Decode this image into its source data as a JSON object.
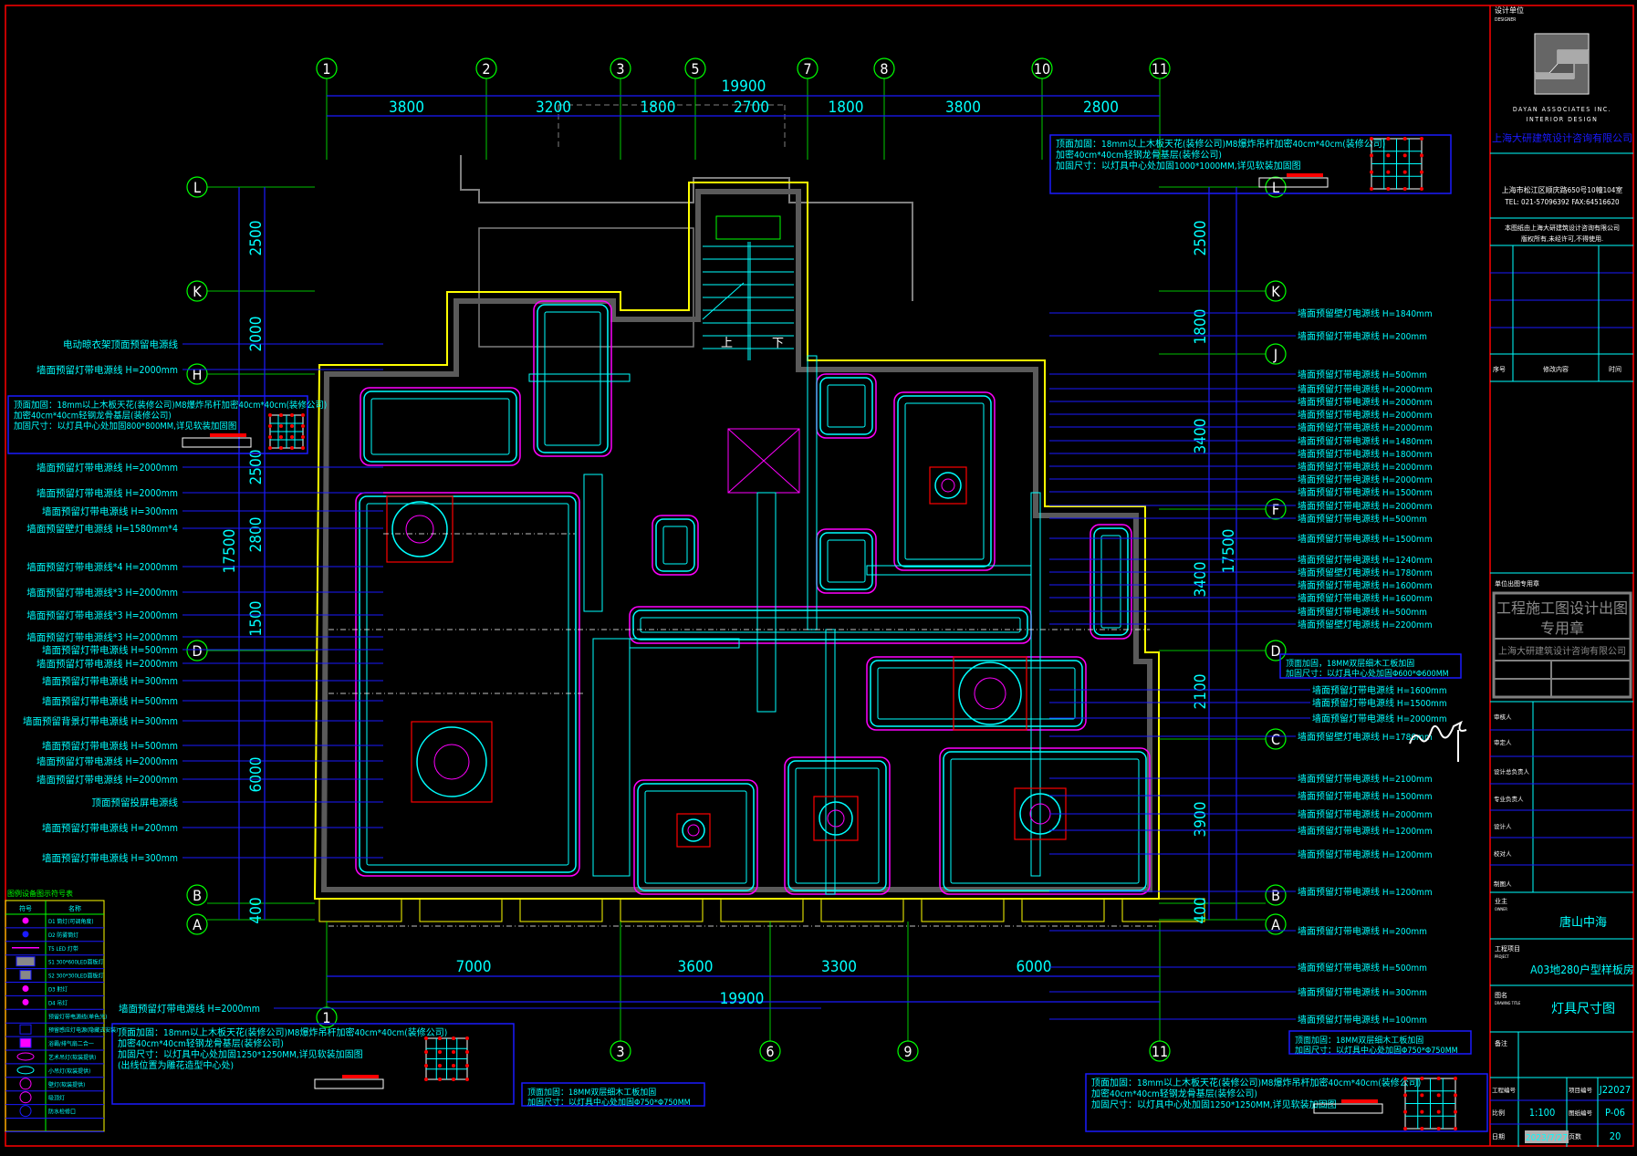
{
  "grid_top": [
    "1",
    "2",
    "3",
    "5",
    "7",
    "8",
    "10",
    "11"
  ],
  "grid_bottom": [
    "1",
    "3",
    "6",
    "9",
    "11"
  ],
  "grid_left": [
    "L",
    "K",
    "H",
    "D",
    "B",
    "A"
  ],
  "grid_right": [
    "L",
    "K",
    "J",
    "F",
    "D",
    "C",
    "B",
    "A"
  ],
  "dims_top": {
    "total": "19900",
    "parts": [
      "3800",
      "3200",
      "1800",
      "2700",
      "1800",
      "3800",
      "2800"
    ]
  },
  "dims_bottom": {
    "total": "19900",
    "parts": [
      "7000",
      "3600",
      "3300",
      "6000"
    ]
  },
  "dims_left": {
    "total": "17500",
    "parts": [
      "2500",
      "2000",
      "2500",
      "2800",
      "1500",
      "6000",
      "400"
    ]
  },
  "dims_right": {
    "total": "17500",
    "parts": [
      "2500",
      "1800",
      "3400",
      "3400",
      "2100",
      "3900",
      "400"
    ]
  },
  "stair_labels": {
    "up": "上",
    "down": "下"
  },
  "left_annotations": [
    "电动晾衣架顶面预留电源线",
    "墙面预留灯带电源线 H=2000mm",
    "墙面预留灯带电源线 H=2000mm",
    "墙面预留灯带电源线 H=2000mm",
    "墙面预留灯带电源线 H=300mm",
    "墙面预留壁灯电源线 H=1580mm*4",
    "墙面预留灯带电源线*4 H=2000mm",
    "墙面预留灯带电源线*3 H=2000mm",
    "墙面预留灯带电源线*3 H=2000mm",
    "墙面预留灯带电源线*3 H=2000mm",
    "墙面预留灯带电源线 H=500mm",
    "墙面预留灯带电源线 H=2000mm",
    "墙面预留灯带电源线 H=300mm",
    "墙面预留灯带电源线 H=500mm",
    "墙面预留背景灯带电源线 H=300mm",
    "墙面预留灯带电源线 H=500mm",
    "墙面预留灯带电源线 H=2000mm",
    "墙面预留灯带电源线 H=2000mm",
    "顶面预留投屏电源线",
    "墙面预留灯带电源线 H=200mm",
    "墙面预留灯带电源线 H=300mm",
    "墙面预留灯带电源线 H=2000mm"
  ],
  "right_annotations": [
    "墙面预留壁灯电源线 H=1840mm",
    "墙面预留灯带电源线 H=200mm",
    "墙面预留灯带电源线 H=500mm",
    "墙面预留灯带电源线 H=2000mm",
    "墙面预留灯带电源线 H=2000mm",
    "墙面预留灯带电源线 H=2000mm",
    "墙面预留灯带电源线 H=2000mm",
    "墙面预留灯带电源线 H=1480mm",
    "墙面预留灯带电源线 H=1800mm",
    "墙面预留灯带电源线 H=2000mm",
    "墙面预留灯带电源线 H=2000mm",
    "墙面预留灯带电源线 H=1500mm",
    "墙面预留灯带电源线 H=2000mm",
    "墙面预留灯带电源线 H=500mm",
    "墙面预留灯带电源线 H=1500mm",
    "墙面预留灯带电源线 H=1240mm",
    "墙面预留壁灯电源线 H=1780mm",
    "墙面预留灯带电源线 H=1600mm",
    "墙面预留灯带电源线 H=1600mm",
    "墙面预留灯带电源线 H=500mm",
    "墙面预留壁灯电源线 H=2200mm",
    "墙面预留灯带电源线 H=1600mm",
    "墙面预留灯带电源线 H=1500mm",
    "墙面预留灯带电源线 H=2000mm",
    "墙面预留壁灯电源线 H=1780mm",
    "墙面预留灯带电源线 H=2100mm",
    "墙面预留灯带电源线 H=1500mm",
    "墙面预留灯带电源线 H=2000mm",
    "墙面预留灯带电源线 H=1200mm",
    "墙面预留灯带电源线 H=1200mm",
    "墙面预留灯带电源线 H=1200mm",
    "墙面预留灯带电源线 H=200mm",
    "墙面预留灯带电源线 H=500mm",
    "墙面预留灯带电源线 H=300mm",
    "墙面预留灯带电源线 H=100mm"
  ],
  "notes": {
    "top_right": [
      "顶面加固：18mm以上木板天花(装修公司)M8爆炸吊杆加密40cm*40cm(装修公司)",
      "加密40cm*40cm轻钢龙骨基层(装修公司)",
      "加固尺寸：以灯具中心处加固1000*1000MM,详见软装加固图"
    ],
    "left": [
      "顶面加固：18mm以上木板天花(装修公司)M8爆炸吊杆加密40cm*40cm(装修公司)",
      "加密40cm*40cm轻钢龙骨基层(装修公司)",
      "加固尺寸：以灯具中心处加固800*800MM,详见软装加固图"
    ],
    "bottom_left": [
      "顶面加固：18mm以上木板天花(装修公司)M8爆炸吊杆加密40cm*40cm(装修公司)",
      "加密40cm*40cm轻钢龙骨基层(装修公司)",
      "加固尺寸：以灯具中心处加固1250*1250MM,详见软装加固图",
      "(出线位置为雕花造型中心处)"
    ],
    "bottom_mid": [
      "顶面加固：18MM双层细木工板加固",
      "加固尺寸：以灯具中心处加固Φ750*Φ750MM"
    ],
    "right_mid": [
      "顶面加固，18MM双层细木工板加固",
      "加固尺寸：以灯具中心处加固Φ600*Φ600MM"
    ],
    "bottom_right_small": [
      "顶面加固：18MM双层细木工板加固",
      "加固尺寸：以灯具中心处加固Φ750*Φ750MM"
    ],
    "bottom_right": [
      "顶面加固：18mm以上木板天花(装修公司)M8爆炸吊杆加密40cm*40cm(装修公司)",
      "加密40cm*40cm轻钢龙骨基层(装修公司)",
      "加固尺寸：以灯具中心处加固1250*1250MM,详见软装加固图"
    ]
  },
  "legend": {
    "title": "图例设备图示符号表",
    "header": [
      "符号",
      "名称"
    ],
    "items": [
      "D1 筒灯(可调角度)",
      "D2 防雾筒灯",
      "T5 LED 灯带",
      "S1 300*600LED面板灯",
      "S2 300*300LED面板灯",
      "D3 射灯",
      "D4 吊灯",
      "预留灯带电源线(单色光)",
      "预留感应灯电源(隐藏式安装)",
      "浴霸/排气扇二合一",
      "艺术吊灯(软装提供)",
      "小吊灯(软装提供)",
      "壁灯(软装提供)",
      "吸顶灯",
      "防水检修口",
      ""
    ]
  },
  "title_block": {
    "designer_label": "设计单位",
    "designer_label_en": "DESIGNER",
    "firm_en_1": "DAYAN ASSOCIATES INC.",
    "firm_en_2": "INTERIOR DESIGN",
    "firm_cn": "上海大研建筑设计咨询有限公司",
    "address": "上海市松江区顺庆路650号10幢104室",
    "tel": "TEL: 021-57096392   FAX:64516620",
    "copyright_1": "本图纸由上海大研建筑设计咨询有限公司",
    "copyright_2": "版权所有,未经许可,不得使用.",
    "rev_headers": [
      "序号",
      "修改内容",
      "时间"
    ],
    "stamp_label": "单位出图专用章",
    "signers": [
      "审核人",
      "审定人",
      "设计总负责人",
      "专业负责人",
      "设计人",
      "校对人",
      "制图人"
    ],
    "owner_label": "业主",
    "owner_label_en": "OWNER",
    "owner": "唐山中海",
    "project_label": "工程项目",
    "project_label_en": "PROJECT",
    "project": "A03地280户型样板房",
    "drawing_label": "图名",
    "drawing_label_en": "DRAWING TITLE",
    "drawing": "灯具尺寸图",
    "remarks_label": "备注",
    "project_no_label": "工程编号",
    "project_no_label2": "项目编号",
    "project_no": "J22027",
    "scale_label": "比例",
    "scale": "1:100",
    "drawing_no_label": "图纸编号",
    "drawing_no": "P-06",
    "date_label": "日期",
    "date": "2023/7/27",
    "pages_label": "页数",
    "pages": "20"
  },
  "stamp": {
    "line1": "工程施工图设计出图",
    "line2": "专用章",
    "line3": "上海大研建筑设计咨询有限公司"
  },
  "colors": {
    "grid_bubble": "#00ff00",
    "dim": "#00ffff",
    "line": "#1a1aff",
    "wall": "#7f7f7f",
    "accent": "#ff00ff",
    "border": "#ff0000",
    "yellow": "#ffff00"
  }
}
